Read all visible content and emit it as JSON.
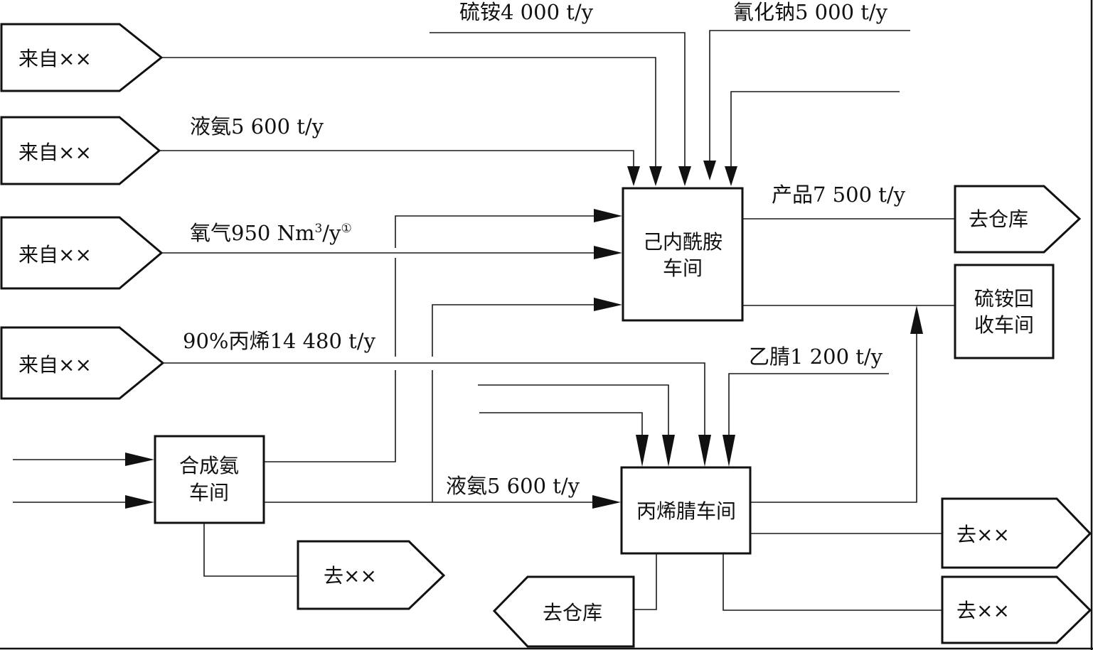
{
  "diagram": {
    "type": "process-flow",
    "theme": {
      "stroke": "#111111",
      "background": "#ffffff"
    },
    "sources": [
      {
        "id": "src1",
        "label": "来自××"
      },
      {
        "id": "src2",
        "label": "来自××"
      },
      {
        "id": "src3",
        "label": "来自××"
      },
      {
        "id": "src4",
        "label": "来自××"
      }
    ],
    "workshops": {
      "caprolactam": {
        "line1": "己内酰胺",
        "line2": "车间"
      },
      "ammonia_synthesis": {
        "line1": "合成氨",
        "line2": "车间"
      },
      "acrylonitrile": {
        "label": "丙烯腈车间"
      },
      "ammonium_sulfate_recovery": {
        "line1": "硫铵回",
        "line2": "收车间"
      }
    },
    "destinations": {
      "warehouse_top": "去仓库",
      "warehouse_bottom": "去仓库",
      "to_xx_ammonia": "去××",
      "to_xx_right1": "去××",
      "to_xx_right2": "去××"
    },
    "flows": {
      "ammonium_sulfate_in": "硫铵4 000 t/y",
      "sodium_cyanide_in": "氰化钠5 000 t/y",
      "liquid_ammonia_1": "液氨5 600 t/y",
      "oxygen": {
        "text": "氧气950 Nm",
        "sup": "3",
        "unit": "/y",
        "note": "①"
      },
      "propylene": "90%丙烯14 480 t/y",
      "product": "产品7 500 t/y",
      "acetonitrile": "乙腈1 200 t/y",
      "liquid_ammonia_2": "液氨5 600 t/y"
    }
  }
}
